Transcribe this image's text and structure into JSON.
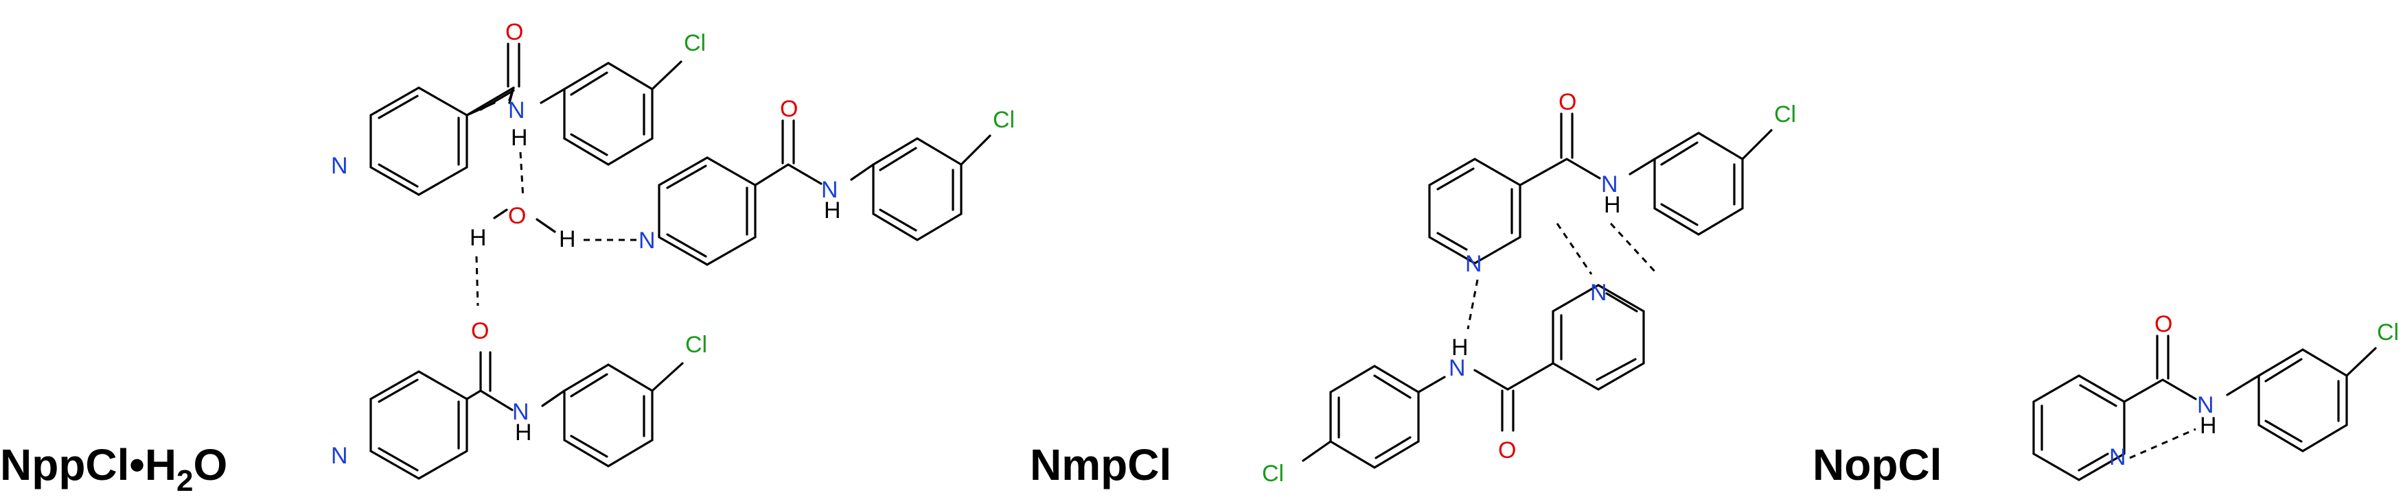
{
  "colors": {
    "carbon_bond": "#000000",
    "oxygen": "#e00000",
    "nitrogen": "#1a3fd6",
    "chlorine": "#1a9a1a",
    "hydrogen": "#000000"
  },
  "atoms": {
    "O": "O",
    "N": "N",
    "H": "H",
    "Cl": "Cl"
  },
  "labels": {
    "hydrate_main": "NppCl•H",
    "hydrate_sub": "2",
    "hydrate_tail": "O",
    "meta": "NmpCl",
    "ortho": "NopCl"
  }
}
